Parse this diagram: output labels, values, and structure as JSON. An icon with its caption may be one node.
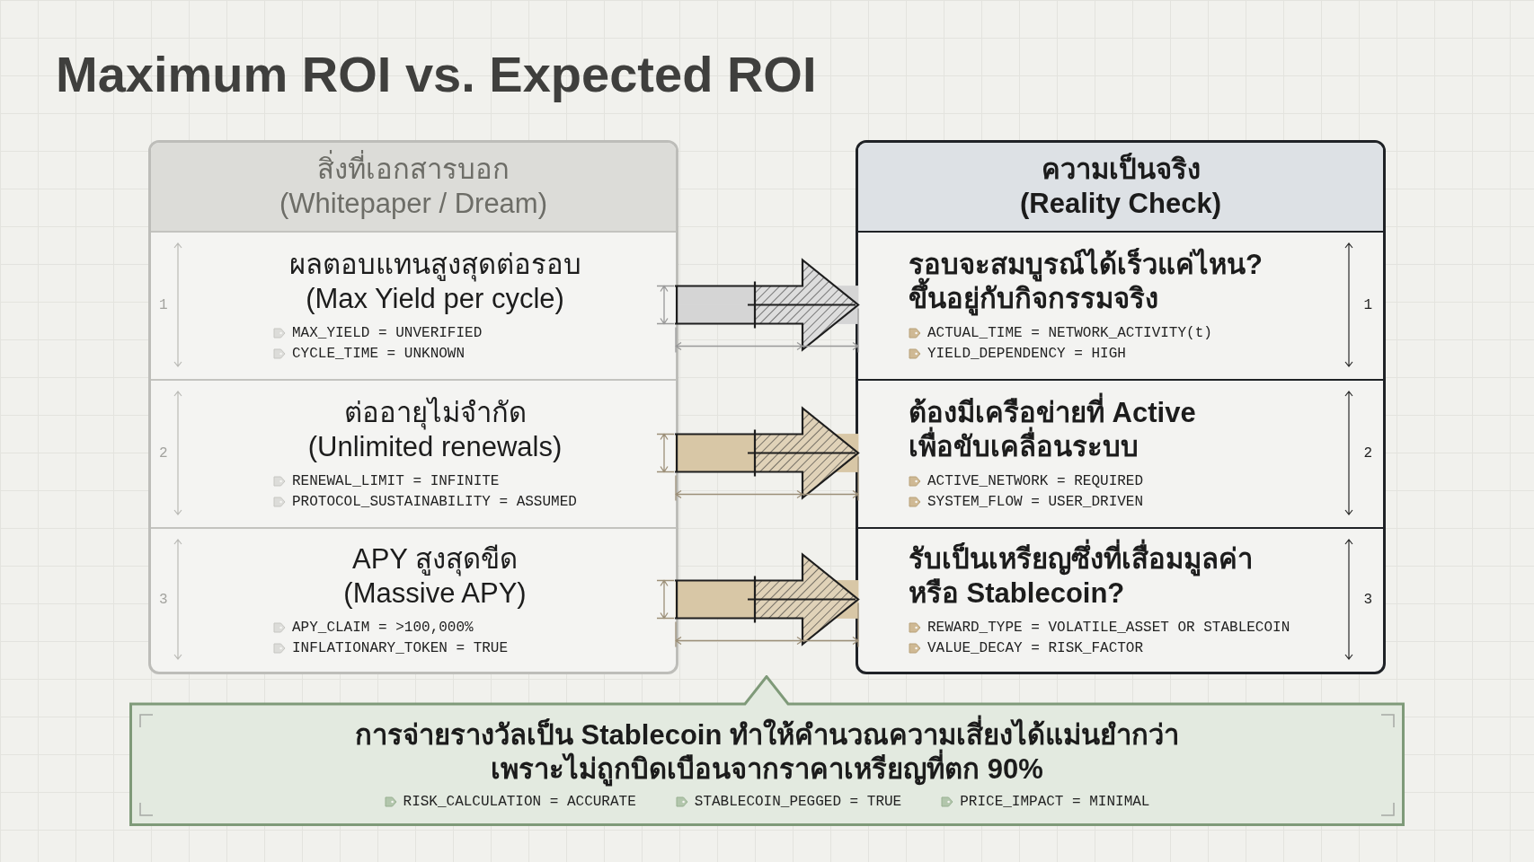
{
  "diagram": {
    "title": "Maximum ROI vs. Expected ROI",
    "nodes": [
      {
        "text": [
          "สิ่งที่เอกสารบอก (Whitepaper / Dream)"
        ]
      },
      {
        "text": [
          "1",
          "ผลตอบแทนสูงสุดต่อรอบ (Max Yield per cycle)",
          "MAX_YIELD = UNVERIFIED",
          "CYCLE_TIME = UNKNOWN"
        ],
        "in": 0
      },
      {
        "text": [
          "2",
          "ต่ออายุไม่จำกัด (Unlimited renewals)",
          "RENEWAL_LIMIT = INFINITE",
          "PROTOCOL_SUSTAINABILITY = ASSUMED"
        ],
        "in": 0
      },
      {
        "text": [
          "3",
          "APY สูงสุดขีด (Massive APY)",
          "APY_CLAIM = >100,000%",
          "INFLATIONARY_TOKEN = TRUE"
        ],
        "in": 0
      },
      {
        "text": [
          "ความเป็นจริง (Reality Check)"
        ]
      },
      {
        "text": [
          "รอบจะสมบูรณ์ได้เร็วแค่ไหน? ขึ้นอยู่กับกิจกรรมจริง",
          "ACTUAL_TIME = NETWORK_ACTIVITY(t)",
          "YIELD_DEPENDENCY = HIGH",
          "1"
        ],
        "in": 4
      },
      {
        "text": [
          "ต้องมีเครือข่ายที่ Active เพื่อขับเคลื่อนระบบ",
          "ACTIVE_NETWORK = REQUIRED",
          "SYSTEM_FLOW = USER_DRIVEN",
          "2"
        ],
        "in": 4
      },
      {
        "text": [
          "รับเป็นเหรียญซึ่งที่เสื่อมมูลค่า หรือ Stablecoin?",
          "REWARD_TYPE = VOLATILE_ASSET OR STABLECOIN",
          "VALUE_DECAY = RISK_FACTOR",
          "3"
        ],
        "in": 4
      },
      {
        "text": [
          "การจ่ายรางวัลเป็น Stablecoin ทำให้คำนวณความเสี่ยงได้แม่นยำกว่า เพราะไม่ถูกบิดเบือนจากราคาเหรียญที่ตก 90%",
          "RISK_CALCULATION = ACCURATE",
          "STABLECOIN_PEGGED = TRUE",
          "PRICE_IMPACT = MINIMAL"
        ]
      }
    ],
    "edges": [
      {
        "from": 1,
        "to": 5,
        "arrow": "to",
        "color": "#d5d5d5"
      },
      {
        "from": 2,
        "to": 6,
        "arrow": "to"
      },
      {
        "from": 3,
        "to": 7,
        "arrow": "to"
      }
    ]
  }
}
